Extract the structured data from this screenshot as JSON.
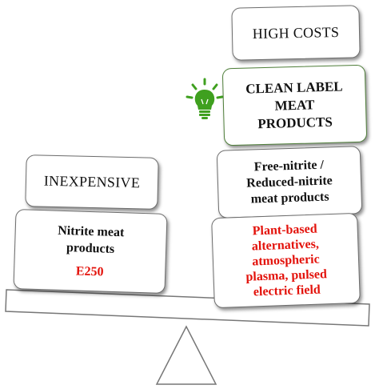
{
  "left_side": {
    "top_label": "INEXPENSIVE",
    "product_box": {
      "lines": [
        "Nitrite meat",
        "products"
      ],
      "code": "E250"
    }
  },
  "right_side": {
    "top_label": "HIGH COSTS",
    "highlight_box": {
      "lines": [
        "CLEAN LABEL",
        "MEAT",
        "PRODUCTS"
      ],
      "icon": "lightbulb-icon",
      "border_color": "#4f7f3a"
    },
    "reduced_box": {
      "lines": [
        "Free-nitrite /",
        "Reduced-nitrite",
        "meat products"
      ]
    },
    "alternatives_box": {
      "lines": [
        "Plant-based",
        "alternatives,",
        "atmospheric",
        "plasma, pulsed",
        "electric field"
      ]
    }
  },
  "colors": {
    "accent_red": "#e3120b",
    "icon_green": "#3fa01f",
    "border_gray": "#6e6e6e"
  }
}
